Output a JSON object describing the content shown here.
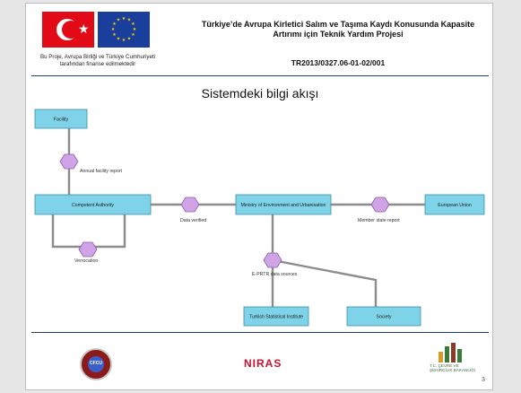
{
  "header": {
    "funding_note": "Bu Proje, Avrupa Birliği ve Türkiye Cumhuriyeti tarafından finanse edilmektedir",
    "project_title": "Türkiye’de Avrupa Kirletici Salım ve Taşıma Kaydı Konusunda Kapasite Artırımı için Teknik Yardım Projesi",
    "project_code": "TR2013/0327.06-01-02/001"
  },
  "slide": {
    "title": "Sistemdeki bilgi akışı",
    "page_number": "3"
  },
  "diagram": {
    "nodes": {
      "facility": "Facility",
      "competent_authority": "Competent Authority",
      "ministry": "Ministry of Environment and Urbanisation",
      "european_union": "European Union",
      "statistical_institute": "Turkish Statistical Institute",
      "society": "Society"
    },
    "flows": {
      "annual_report": "Annual facility report",
      "data_verified": "Data verified",
      "verification": "Verrocation",
      "member_state_report": "Member state report",
      "eprtr_sources": "E-PRTR data sources"
    },
    "colors": {
      "box_fill": "#7fd3e8",
      "box_stroke": "#3e8fa8",
      "hex_fill": "#cfa3e6",
      "hex_stroke": "#8a5cab",
      "line": "#8c8c8c"
    }
  },
  "footer": {
    "left_logo_text": "CFCU",
    "center_logo_text": "NIRAS",
    "right_logo_text": "T.C. ÇEVRE VE ŞEHİRCİLİK BAKANLIĞI"
  }
}
